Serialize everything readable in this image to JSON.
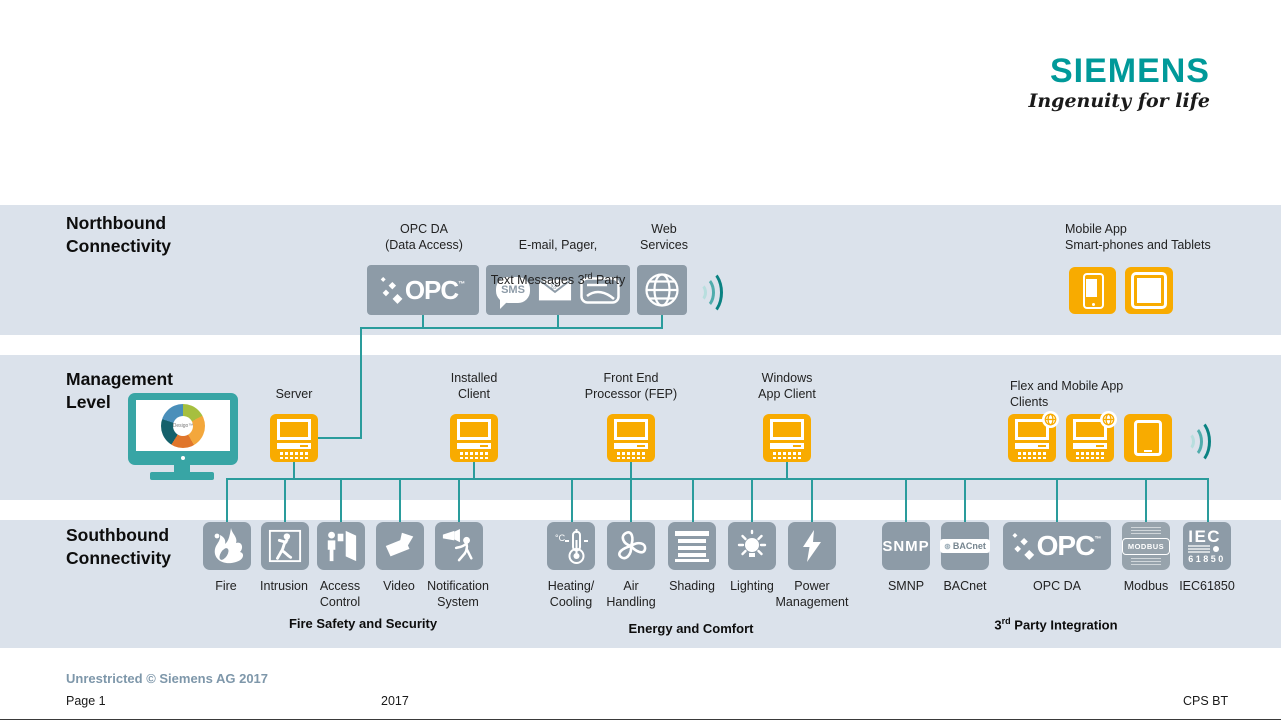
{
  "logo": {
    "brand": "SIEMENS",
    "tagline": "Ingenuity for life"
  },
  "northbound": {
    "title": "Northbound\nConnectivity",
    "opc": {
      "label": "OPC DA\n(Data Access)",
      "logo_text": "OPC",
      "tm": "™"
    },
    "comms": {
      "line1": "E-mail, Pager,",
      "line2_pre": "Text Messages 3",
      "line2_sup": "rd",
      "line2_post": " Party",
      "sms_text": "SMS",
      "at_sign": "@"
    },
    "web": {
      "label": "Web\nServices"
    },
    "mobile": {
      "label": "Mobile App\nSmart-phones and Tablets"
    }
  },
  "management": {
    "title": "Management\nLevel",
    "wheel_text": "Desigo™",
    "server_label": "Server",
    "installed_label": "Installed\nClient",
    "fep_label": "Front End\nProcessor (FEP)",
    "windows_label": "Windows\nApp Client",
    "flex_label": "Flex and Mobile App\nClients"
  },
  "southbound": {
    "title": "Southbound\nConnectivity",
    "fire": "Fire",
    "intrusion": "Intrusion",
    "access": "Access\nControl",
    "video": "Video",
    "notification": "Notification\nSystem",
    "heating": "Heating/\nCooling",
    "air": "Air\nHandling",
    "shading": "Shading",
    "lighting": "Lighting",
    "power": "Power\nManagement",
    "snmp_label": "SMNP",
    "bacnet_label": "BACnet",
    "opcda_label": "OPC DA",
    "modbus_label": "Modbus",
    "iec_label": "IEC61850",
    "logo_snmp": "SNMP",
    "logo_bacnet": "BACnet",
    "logo_gear": "⊛",
    "logo_opc": "OPC",
    "logo_opc_tm": "™",
    "logo_modbus": "MODBUS",
    "logo_iec_top": "IEC",
    "logo_iec_bottom": "61850",
    "group_fire": "Fire Safety and Security",
    "group_energy": "Energy and Comfort",
    "group_party_pre": "3",
    "group_party_sup": "rd",
    "group_party_post": " Party Integration",
    "thermo_unit": "°C"
  },
  "footer": {
    "classification": "Unrestricted © Siemens AG 2017",
    "page": "Page 1",
    "year": "2017",
    "org": "CPS BT"
  },
  "colors": {
    "teal": "#009999",
    "line": "#2a9c9c",
    "band": "#dbe2eb",
    "gray": "#8d9ba7",
    "yellow": "#f8ab00",
    "footer_gray": "#7e97aa"
  }
}
